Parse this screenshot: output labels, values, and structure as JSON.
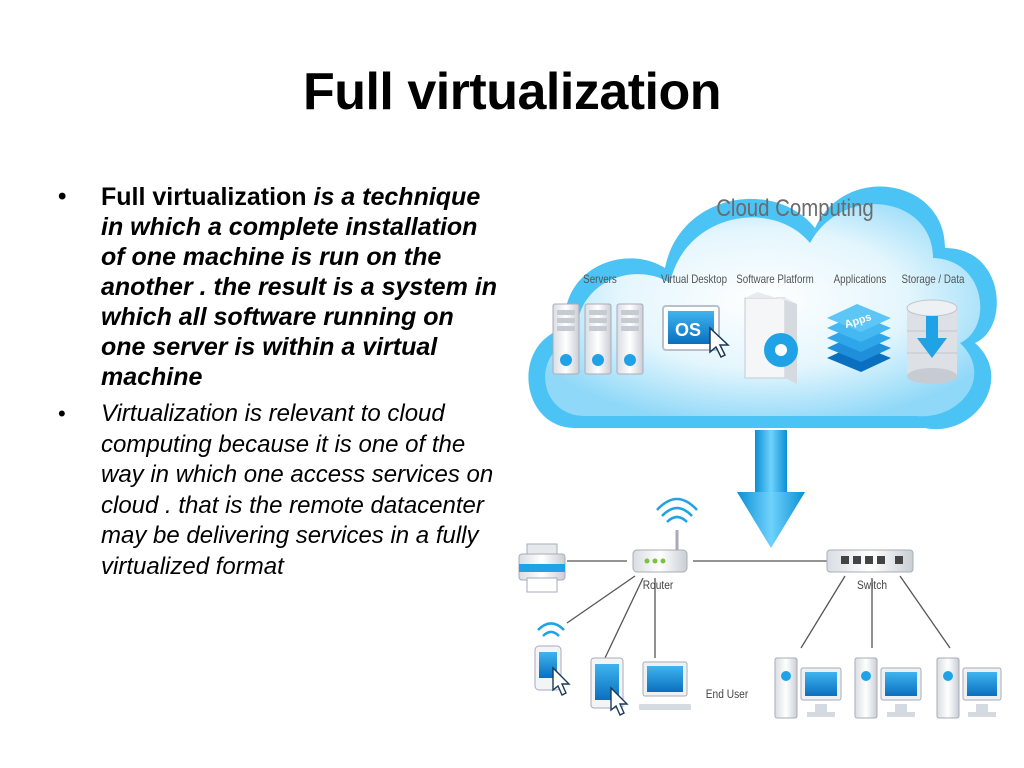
{
  "slide": {
    "title": "Full virtualization",
    "bullets": [
      {
        "lead": "Full virtualization ",
        "text": "is a technique in which a complete installation of one machine is run on the another . the result is a system in which all software running on one server is within a virtual machine"
      },
      {
        "text": "Virtualization is relevant to cloud computing because it is one of the way in which one access services on cloud . that is the remote datacenter may be delivering services in a fully virtualized format"
      }
    ]
  },
  "diagram": {
    "cloud_title": "Cloud Computing",
    "services": [
      "Servers",
      "Virtual Desktop",
      "Software Platform",
      "Applications",
      "Storage / Data"
    ],
    "os_label": "OS",
    "apps_label": "Apps",
    "router_label": "Router",
    "switch_label": "Switch",
    "end_user_label": "End User",
    "colors": {
      "cloud": "#4cc3f5",
      "cloud_inner": "#e9f8fe",
      "accent": "#1fa3e6"
    }
  }
}
